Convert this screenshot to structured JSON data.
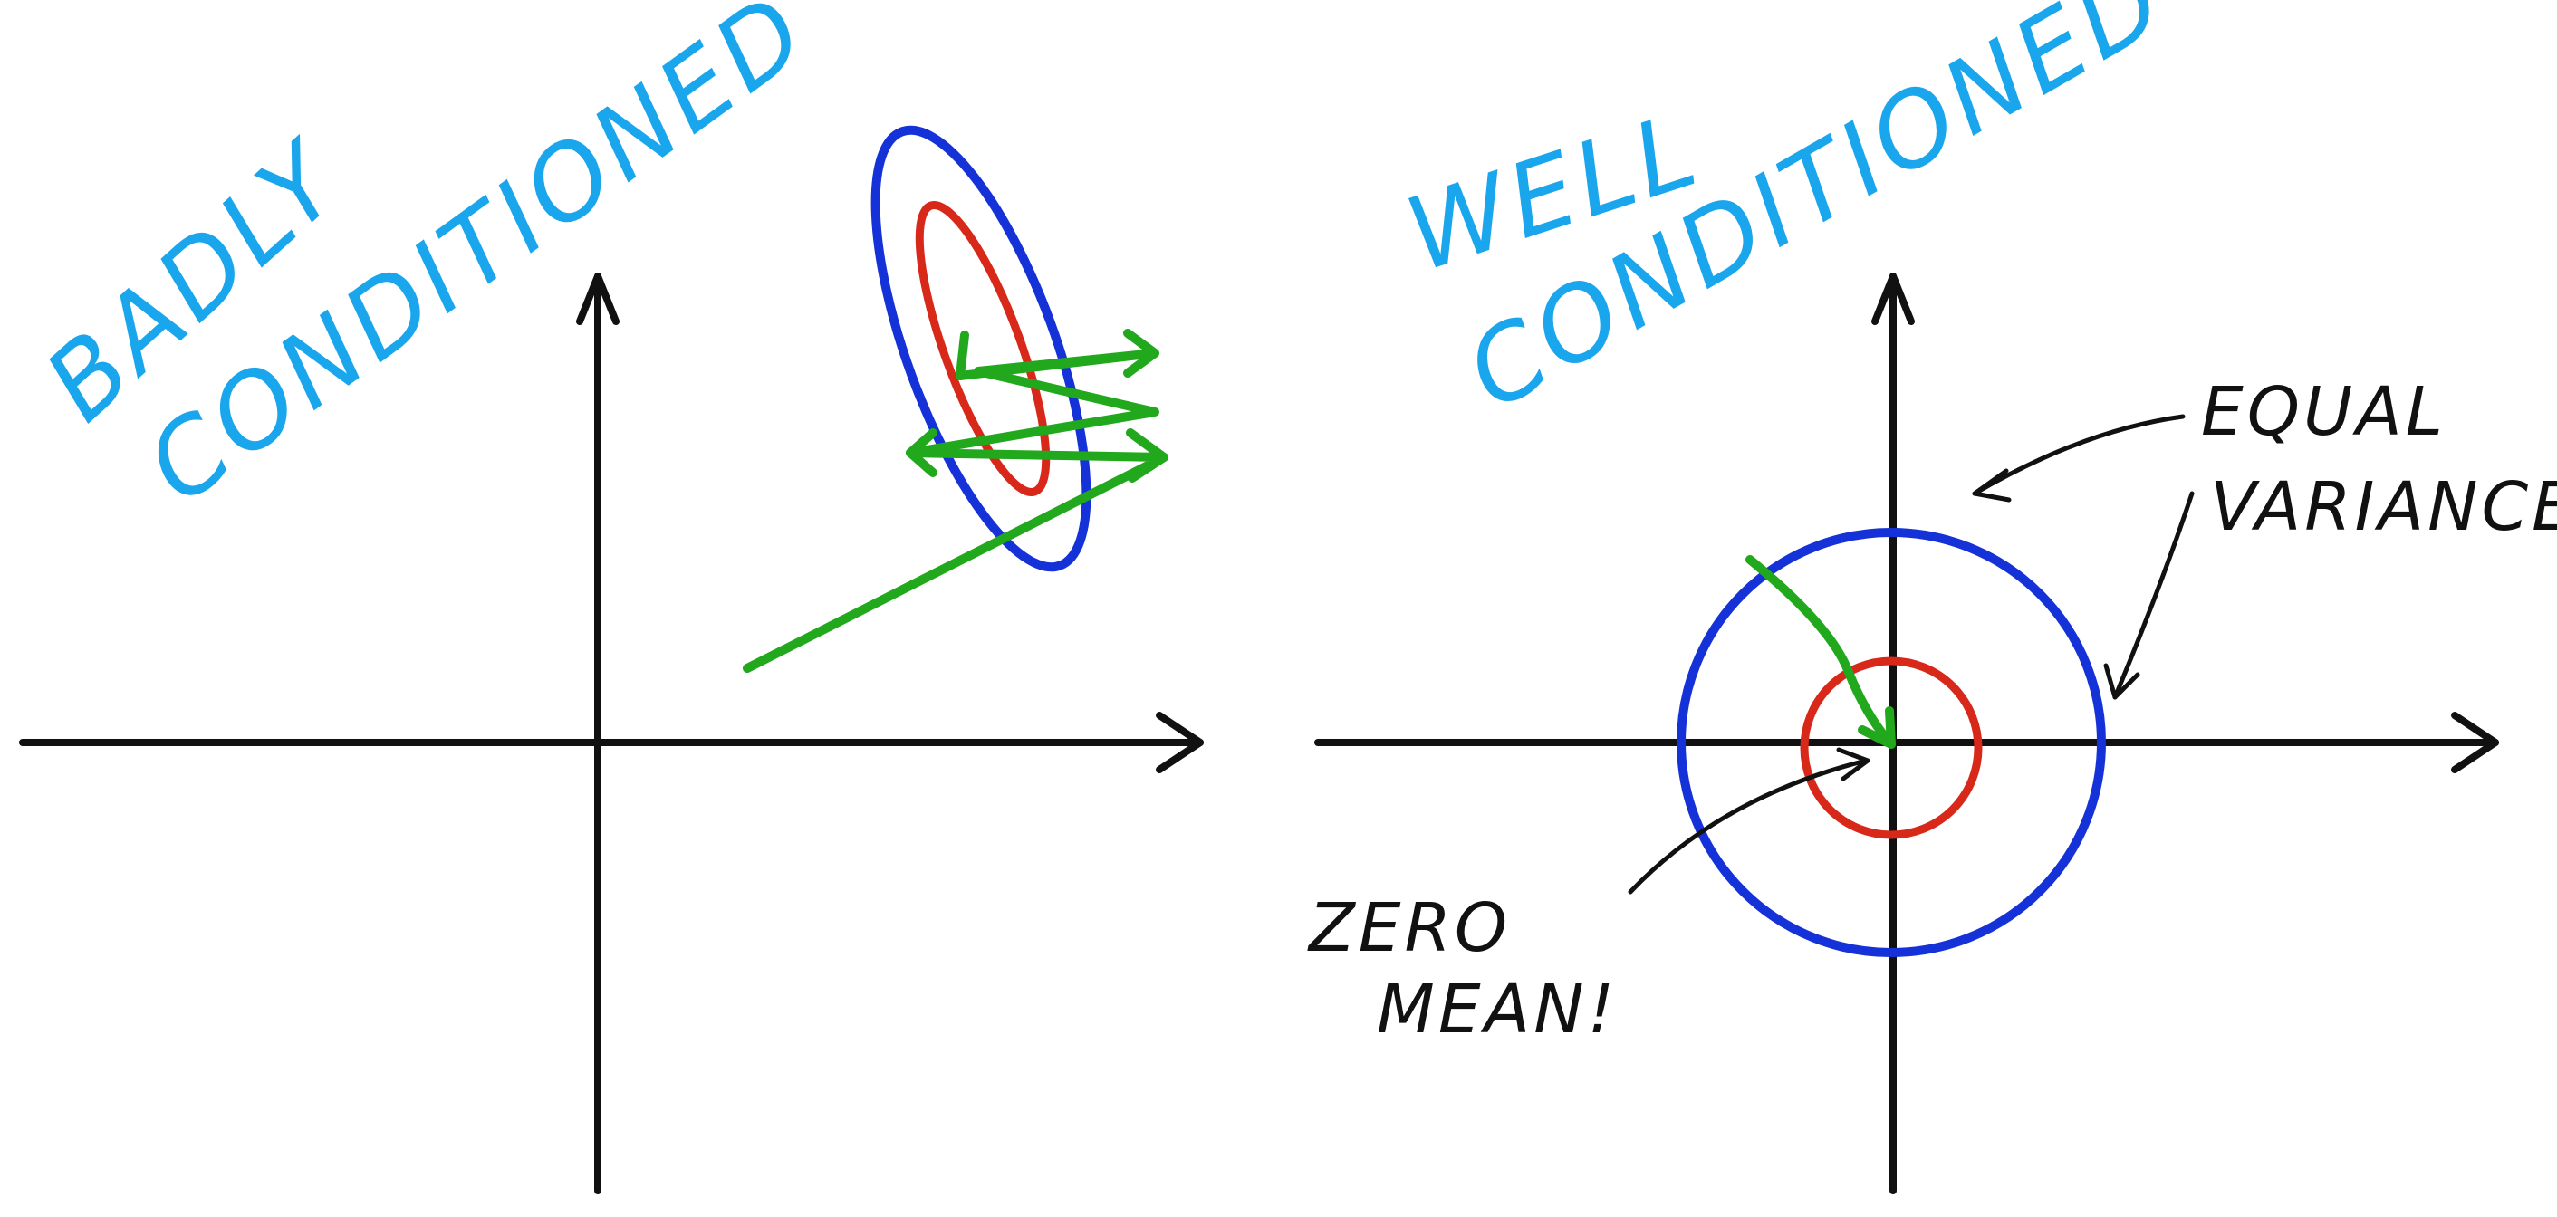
{
  "left_panel": {
    "title_line1": "BADLY",
    "title_line2": "CONDITIONED"
  },
  "right_panel": {
    "title_line1": "WELL",
    "title_line2": "CONDITIONED",
    "annotation_equal_line1": "EQUAL",
    "annotation_equal_line2": "VARIANCE!",
    "annotation_zero_line1": "ZERO",
    "annotation_zero_line2": "MEAN!"
  },
  "colors": {
    "title": "#1aa6ec",
    "axes": "#111111",
    "outer_contour": "#1432d8",
    "inner_contour": "#d8281a",
    "optimization_path": "#22a81c"
  }
}
